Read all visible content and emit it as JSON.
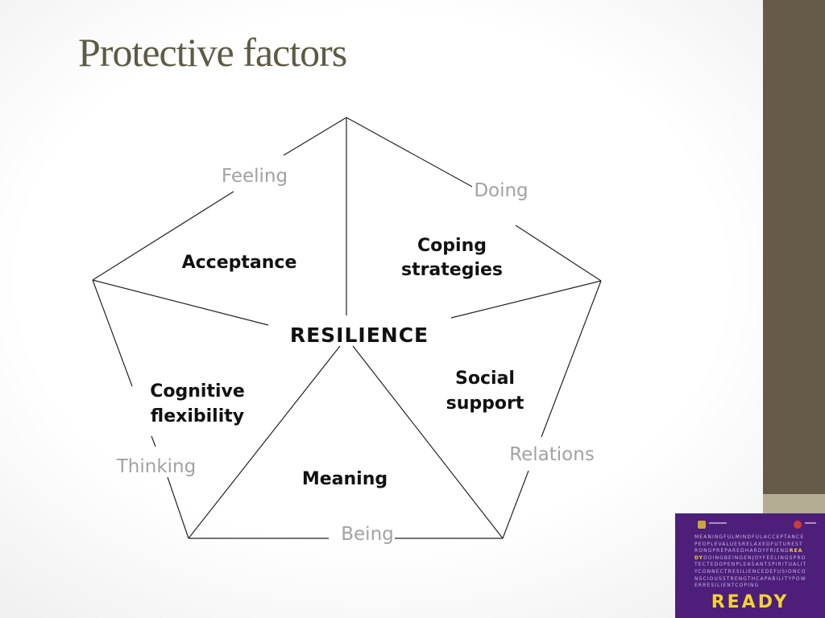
{
  "title": "Protective factors",
  "diagram": {
    "center": "RESILIENCE",
    "outer": {
      "feeling": "Feeling",
      "doing": "Doing",
      "relations": "Relations",
      "being": "Being",
      "thinking": "Thinking"
    },
    "inner": {
      "acceptance": "Acceptance",
      "coping_line1": "Coping",
      "coping_line2": "strategies",
      "social_line1": "Social",
      "social_line2": "support",
      "meaning": "Meaning",
      "cognitive_line1": "Cognitive",
      "cognitive_line2": "flexibility"
    }
  },
  "logo": {
    "words_before": "MEANINGFULMINDFULACCEPTANCEPEOPLEVALUESRELAXEDFUTURESTRONGPREPAREDHARDYFRIEND",
    "words_highlight": "READY",
    "words_after": "DOINGBEINGENJOYFEELINGSPROTECTEDOPENPLEASANTSPIRITUALITYCONNECTRESILIENCEDEFUSIONCONSCIOUSSTRENGTHCAPABILITYPOWERRESILIENTCOPING",
    "label": "READY",
    "colors": {
      "background": "#4d1e7a",
      "accent": "#f3d230"
    }
  },
  "colors": {
    "title": "#5f5a44",
    "sidebar": "#655b48",
    "sidebar_accent": "#b4ad93"
  }
}
